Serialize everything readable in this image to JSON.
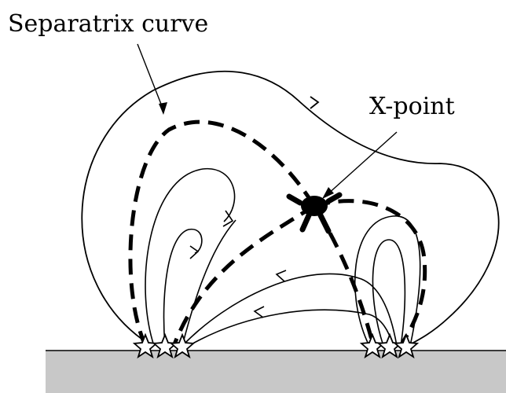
{
  "diagram": {
    "labels": {
      "separatrix_curve": "Separatrix curve",
      "x_point": "X-point"
    },
    "colors": {
      "ground_fill": "#c8c8c8",
      "ground_edge": "#3a3a3a",
      "ink": "#000000",
      "background": "#ffffff"
    },
    "markers": {
      "footpoint_icon": "star",
      "x_point_icon": "filled-blob",
      "field_direction_icon": "arrowhead"
    }
  }
}
